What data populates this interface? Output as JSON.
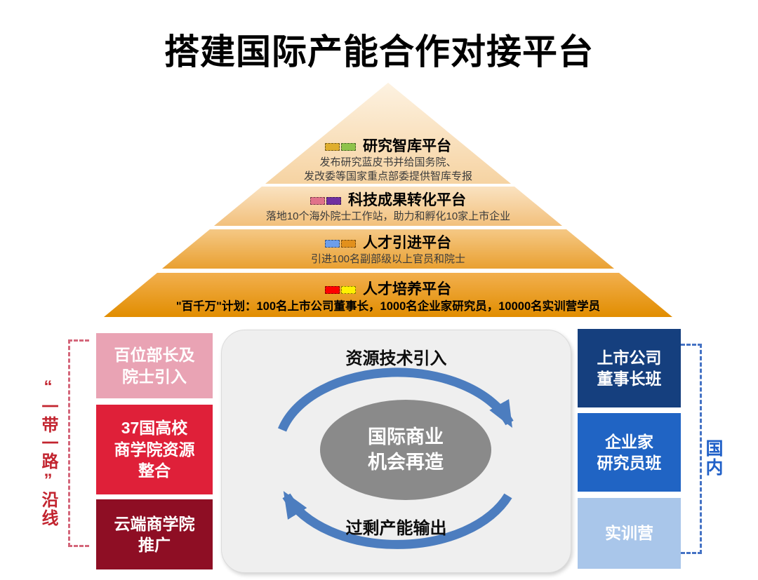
{
  "title": "搭建国际产能合作对接平台",
  "pyramid": {
    "levels": [
      {
        "title": "研究智库平台",
        "desc1": "发布研究蓝皮书并给国务院、",
        "desc2": "发改委等国家重点部委提供智库专报",
        "icon1": "#DFAE2E",
        "icon2": "#8FC34A"
      },
      {
        "title": "科技成果转化平台",
        "desc1": "落地10个海外院士工作站，助力和孵化10家上市企业",
        "icon1": "#E0728A",
        "icon2": "#7030A0"
      },
      {
        "title": "人才引进平台",
        "desc1": "引进100名副部级以上官员和院士",
        "icon1": "#6D9EEB",
        "icon2": "#E2901C"
      },
      {
        "title": "人才培养平台",
        "desc1": "\"百千万\"计划：100名上市公司董事长，1000名企业家研究员，10000名实训营学员",
        "icon1": "#FE0000",
        "icon2": "#FFF100"
      }
    ]
  },
  "left_group": {
    "bracket_label": "“一带一路”沿线",
    "boxes": [
      {
        "line1": "百位部长及",
        "line2": "院士引入",
        "color": "#E9A3B4"
      },
      {
        "line1": "37国高校",
        "line2": "商学院资源",
        "line3": "整合",
        "color": "#DF2039"
      },
      {
        "line1": "云端商学院",
        "line2": "推广",
        "color": "#8E0E24"
      }
    ]
  },
  "right_group": {
    "bracket_label": "国内",
    "boxes": [
      {
        "line1": "上市公司",
        "line2": "董事长班",
        "color": "#153F7E"
      },
      {
        "line1": "企业家",
        "line2": "研究员班",
        "color": "#2064C4"
      },
      {
        "line1": "实训营",
        "color": "#A9C6EA"
      }
    ]
  },
  "center": {
    "top_label": "资源技术引入",
    "core_line1": "国际商业",
    "core_line2": "机会再造",
    "bottom_label": "过剩产能输出",
    "arrow_color": "#4C7DBF"
  },
  "colors": {
    "belt_road_text": "#C2242F",
    "belt_road_bracket": "#D4667A",
    "domestic_text": "#2060C8",
    "domestic_bracket": "#4472C4",
    "core_ellipse": "#8A8A8A",
    "panel_background": "#EFEFEF"
  }
}
